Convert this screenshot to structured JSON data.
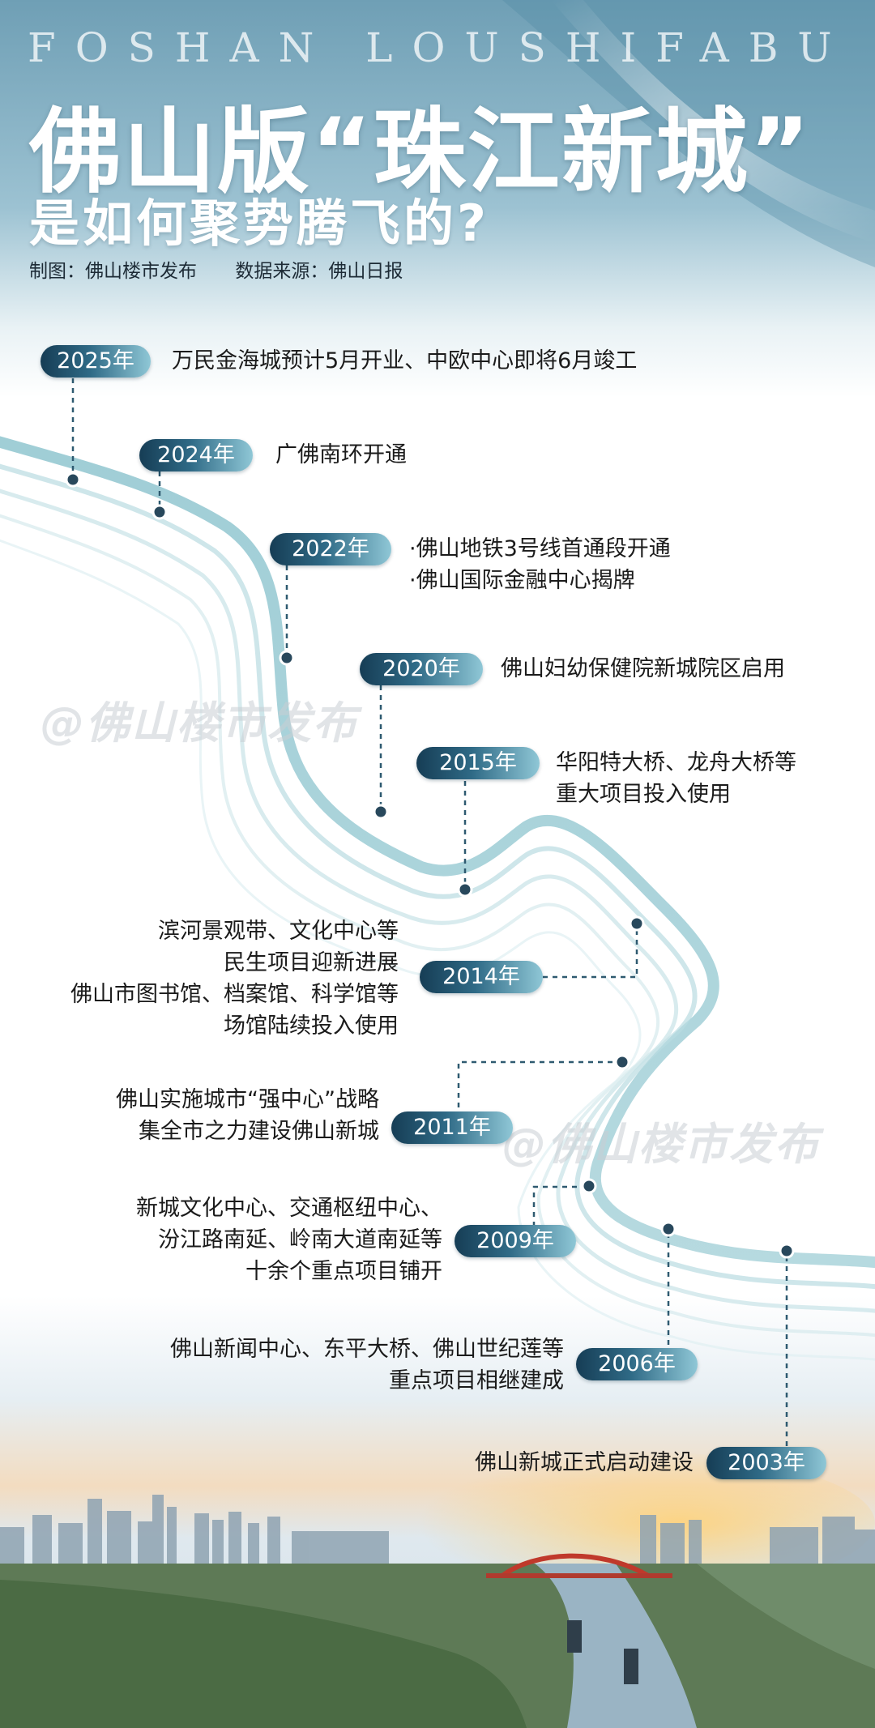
{
  "header": {
    "banner": "FOSHAN LOUSHIFABU",
    "title": "佛山版“珠江新城”",
    "subtitle": "是如何聚势腾飞的?",
    "credit_maker": "制图：佛山楼市发布",
    "credit_source": "数据来源：佛山日报"
  },
  "watermarks": [
    "@佛山楼市发布",
    "@佛山楼市发布"
  ],
  "timeline": [
    {
      "year": "2025年",
      "events": [
        "万民金海城预计5月开业、中欧中心即将6月竣工"
      ]
    },
    {
      "year": "2024年",
      "events": [
        "广佛南环开通"
      ]
    },
    {
      "year": "2022年",
      "events": [
        "·佛山地铁3号线首通段开通",
        "·佛山国际金融中心揭牌"
      ]
    },
    {
      "year": "2020年",
      "events": [
        "佛山妇幼保健院新城院区启用"
      ]
    },
    {
      "year": "2015年",
      "events": [
        "华阳特大桥、龙舟大桥等",
        "重大项目投入使用"
      ]
    },
    {
      "year": "2014年",
      "events": [
        "滨河景观带、文化中心等",
        "民生项目迎新进展",
        "佛山市图书馆、档案馆、科学馆等",
        "场馆陆续投入使用"
      ]
    },
    {
      "year": "2011年",
      "events": [
        "佛山实施城市“强中心”战略",
        "集全市之力建设佛山新城"
      ]
    },
    {
      "year": "2009年",
      "events": [
        "新城文化中心、交通枢纽中心、",
        "汾江路南延、岭南大道南延等",
        "十余个重点项目铺开"
      ]
    },
    {
      "year": "2006年",
      "events": [
        "佛山新闻中心、东平大桥、佛山世纪莲等",
        "重点项目相继建成"
      ]
    },
    {
      "year": "2003年",
      "events": [
        "佛山新城正式启动建设"
      ]
    }
  ]
}
